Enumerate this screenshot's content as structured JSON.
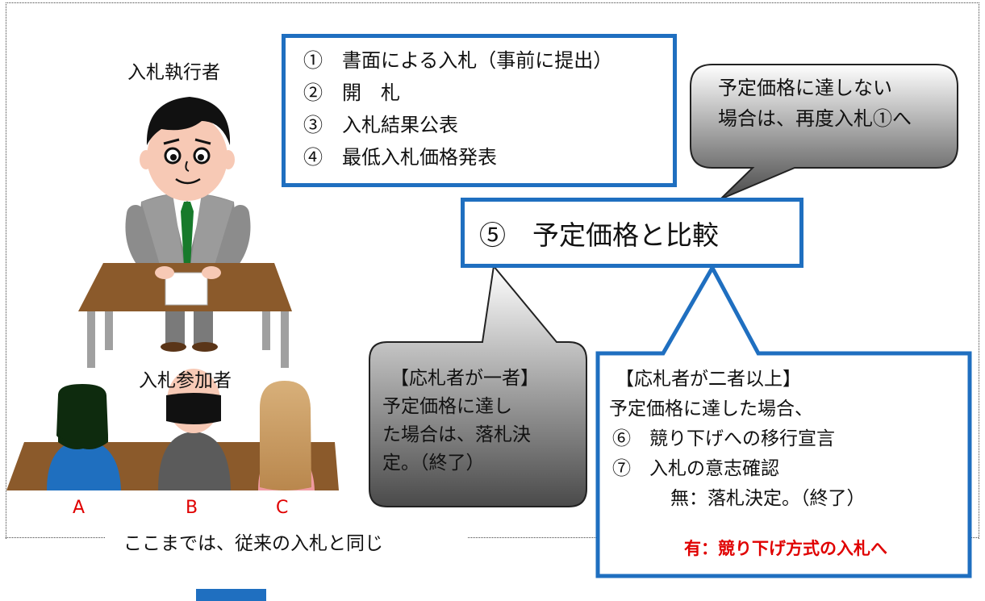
{
  "executor_label": "入札執行者",
  "participants_label": "入札参加者",
  "participant_letters": [
    "A",
    "B",
    "C"
  ],
  "steps": [
    "①　書面による入札（事前に提出）",
    "②　開　札",
    "③　入札結果公表",
    "④　最低入札価格発表"
  ],
  "compare_label": "⑤　予定価格と比較",
  "rebid_note": [
    "予定価格に達しない",
    "場合は、再度入札①へ"
  ],
  "single_bidder": [
    "【応札者が一者】",
    "予定価格に達し",
    "た場合は、落札決",
    "定。（終了）"
  ],
  "multi_bidder": {
    "lines": [
      "【応札者が二者以上】",
      "予定価格に達した場合、",
      "⑥　競り下げへの移行宣言",
      "⑦　入札の意志確認",
      "　　無：落札決定。（終了）"
    ],
    "result_yes": "有：競り下げ方式の入札へ"
  },
  "footer_note": "ここまでは、従来の入札と同じ",
  "colors": {
    "accent_blue": "#1f6fc0",
    "red": "#e00000",
    "table_brown": "#8b5a2b"
  }
}
